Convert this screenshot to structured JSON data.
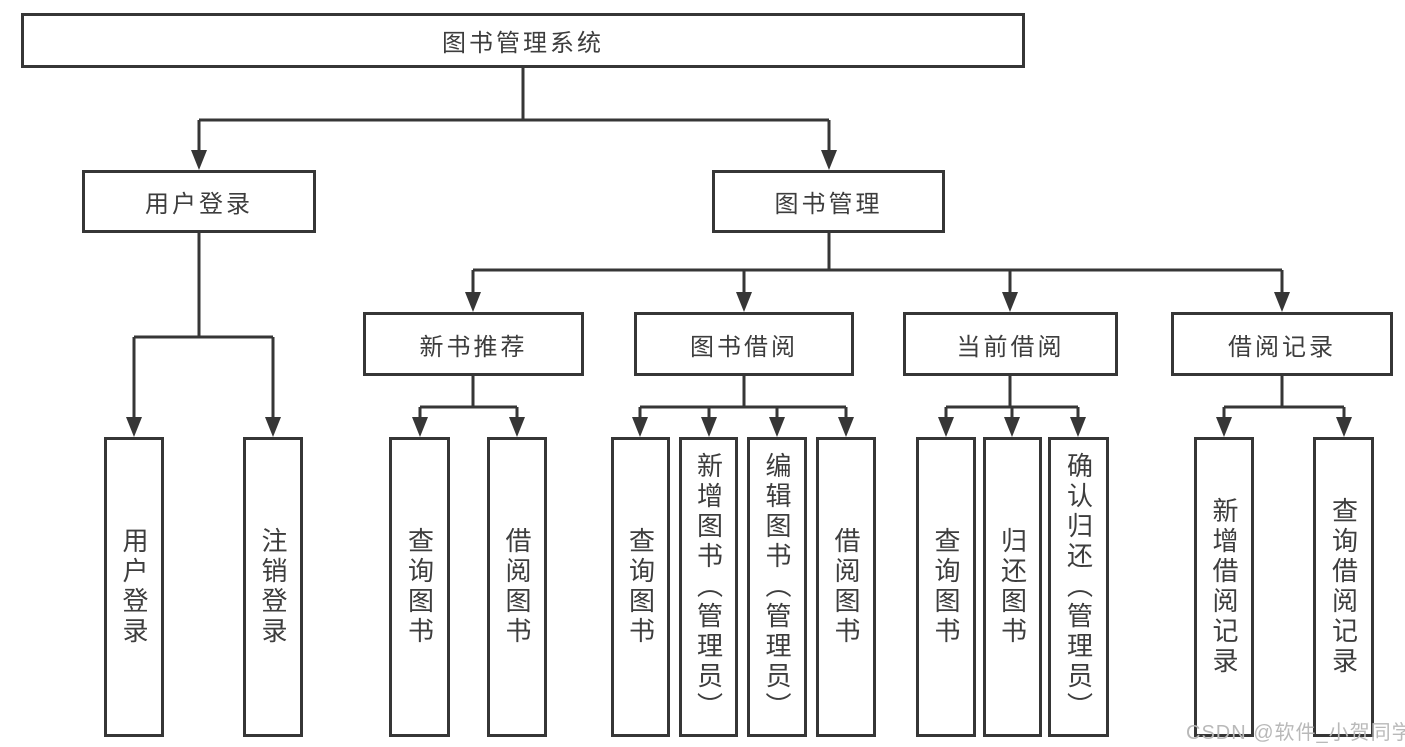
{
  "tree": {
    "label": "图书管理系统",
    "children": [
      {
        "label": "用户登录",
        "children": [
          {
            "label": "用户登录"
          },
          {
            "label": "注销登录"
          }
        ]
      },
      {
        "label": "图书管理",
        "children": [
          {
            "label": "新书推荐",
            "children": [
              {
                "label": "查询图书"
              },
              {
                "label": "借阅图书"
              }
            ]
          },
          {
            "label": "图书借阅",
            "children": [
              {
                "label": "查询图书"
              },
              {
                "label": "新增图书（管理员）"
              },
              {
                "label": "编辑图书（管理员）"
              },
              {
                "label": "借阅图书"
              }
            ]
          },
          {
            "label": "当前借阅",
            "children": [
              {
                "label": "查询图书"
              },
              {
                "label": "归还图书"
              },
              {
                "label": "确认归还（管理员）"
              }
            ]
          },
          {
            "label": "借阅记录",
            "children": [
              {
                "label": "新增借阅记录"
              },
              {
                "label": "查询借阅记录"
              }
            ]
          }
        ]
      }
    ]
  },
  "watermark": {
    "text": "CSDN @软件_小贺同学",
    "color": "#b9b9b9"
  },
  "colors": {
    "line": "#363636",
    "node_border": "#363636",
    "text": "#3d3d3d",
    "background": "#ffffff",
    "node_fill": "#ffffff"
  }
}
